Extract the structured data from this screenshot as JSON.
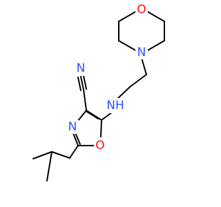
{
  "atoms": {
    "morpholine_oxygen": {
      "symbol": "O",
      "color": "#ff0d0d"
    },
    "morpholine_nitrogen": {
      "symbol": "N",
      "color": "#3050f8"
    },
    "amine_nitrogen": {
      "symbol": "NH",
      "color": "#3050f8"
    },
    "nitrile_nitrogen": {
      "symbol": "N",
      "color": "#3050f8"
    },
    "oxazole_nitrogen": {
      "symbol": "N",
      "color": "#3050f8"
    },
    "oxazole_oxygen": {
      "symbol": "O",
      "color": "#ff0d0d"
    }
  },
  "bond_color": "#000000"
}
